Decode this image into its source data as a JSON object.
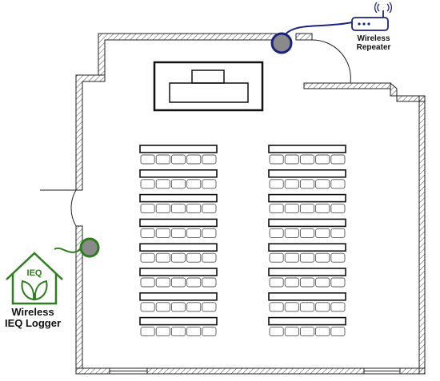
{
  "devices": {
    "logger": {
      "line1": "Wireless",
      "line2": "IEQ Logger",
      "badge": "IEQ",
      "color": "#2e7d1f"
    },
    "repeater": {
      "line1": "Wireless",
      "line2": "Repeater",
      "color": "#1a237e"
    }
  },
  "classroom": {
    "seat_rows_per_column": 8,
    "seats_per_row": 5,
    "desk_columns": 2
  }
}
